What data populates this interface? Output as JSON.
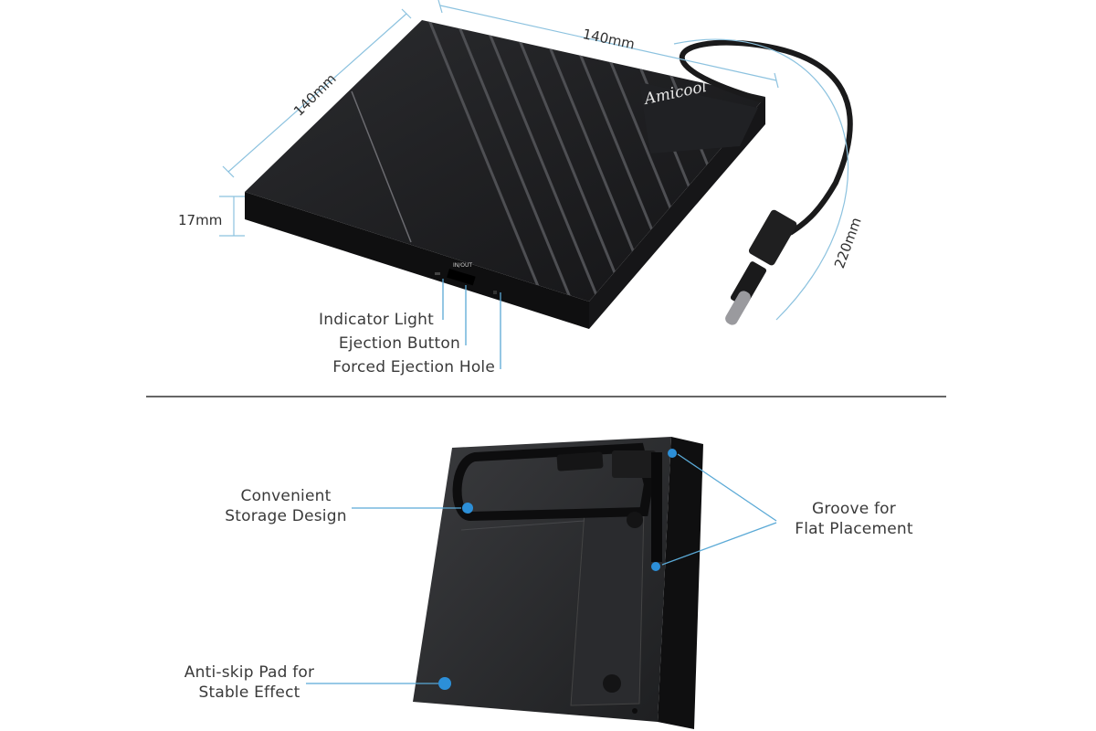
{
  "dimensions": {
    "width_top": "140mm",
    "length_side": "140mm",
    "height": "17mm",
    "cable": "220mm"
  },
  "device": {
    "brand": "Amicool",
    "button_label": "IN/OUT"
  },
  "callouts_top": {
    "indicator": "Indicator Light",
    "ejection_button": "Ejection Button",
    "forced_ejection": "Forced Ejection Hole"
  },
  "callouts_bottom": {
    "storage_line1": "Convenient",
    "storage_line2": "Storage Design",
    "groove_line1": "Groove for",
    "groove_line2": "Flat Placement",
    "pad_line1": "Anti-skip Pad for",
    "pad_line2": "Stable Effect"
  },
  "colors": {
    "device_body": "#1b1c1e",
    "accent_dot": "#2c8fd8",
    "leader_line": "#5aa9d6",
    "divider": "#333333"
  }
}
